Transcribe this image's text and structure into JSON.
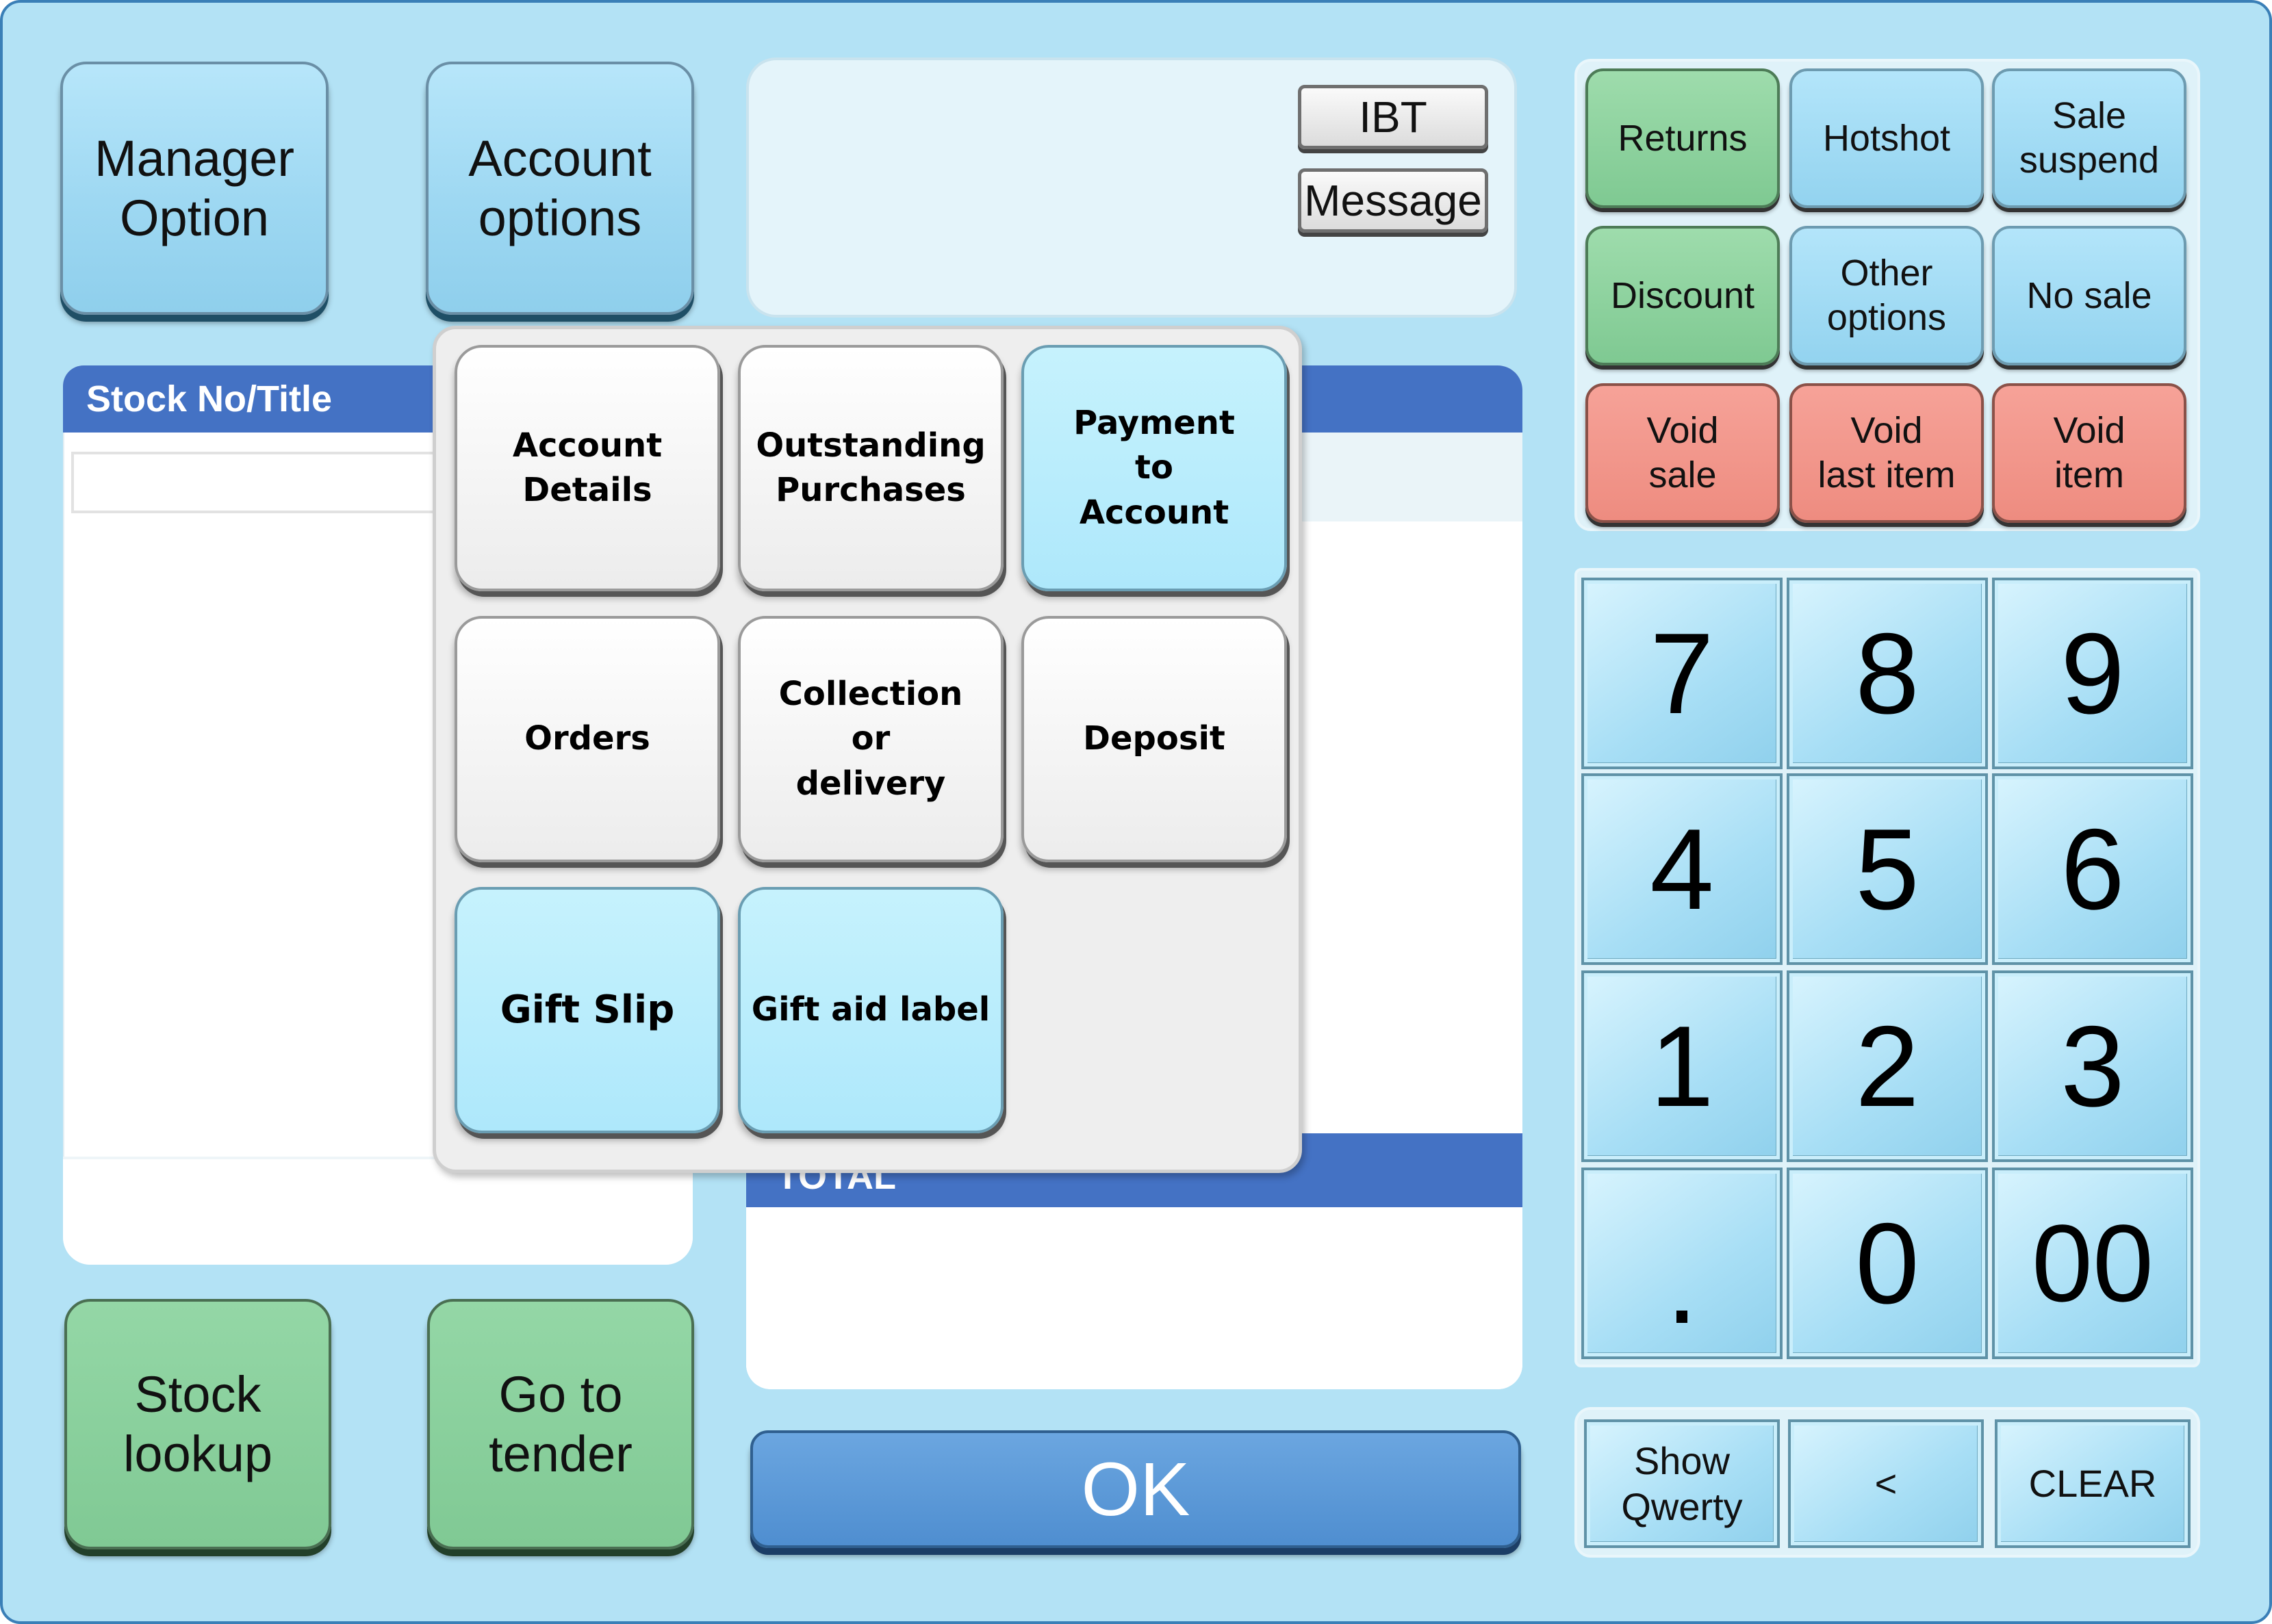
{
  "left": {
    "manager_option": "Manager\nOption",
    "account_options": "Account\noptions",
    "stock_no_title": "Stock No/Title",
    "stock_lookup": "Stock\nlookup",
    "go_to_tender": "Go to\ntender"
  },
  "message_panel": {
    "ibt": "IBT",
    "message": "Message"
  },
  "totals": {
    "total_label": "TOTAL"
  },
  "ok_label": "OK",
  "account_popup": {
    "items": [
      {
        "label": "Account\nDetails",
        "highlight": false
      },
      {
        "label": "Outstanding\nPurchases",
        "highlight": false
      },
      {
        "label": "Payment\nto\nAccount",
        "highlight": true
      },
      {
        "label": "Orders",
        "highlight": false
      },
      {
        "label": "Collection\nor\ndelivery",
        "highlight": false
      },
      {
        "label": "Deposit",
        "highlight": false
      },
      {
        "label": "Gift Slip",
        "highlight": true
      },
      {
        "label": "Gift aid label",
        "highlight": true
      }
    ]
  },
  "function_keys": [
    {
      "label": "Returns",
      "color": "#86cd99"
    },
    {
      "label": "Hotshot",
      "color": "#9ed8f2"
    },
    {
      "label": "Sale\nsuspend",
      "color": "#9ed8f2"
    },
    {
      "label": "Discount",
      "color": "#86cd99"
    },
    {
      "label": "Other\noptions",
      "color": "#9ed8f2"
    },
    {
      "label": "No sale",
      "color": "#9ed8f2"
    },
    {
      "label": "Void\nsale",
      "color": "#f29a8e"
    },
    {
      "label": "Void\nlast item",
      "color": "#f29a8e"
    },
    {
      "label": "Void\nitem",
      "color": "#f29a8e"
    }
  ],
  "keypad": [
    "7",
    "8",
    "9",
    "4",
    "5",
    "6",
    "1",
    "2",
    "3",
    ".",
    "0",
    "00"
  ],
  "bottom_keys": {
    "show_qwerty": "Show\nQwerty",
    "back": "<",
    "clear": "CLEAR"
  },
  "colors": {
    "background": "#b3e2f5",
    "header": "#4472c4",
    "ok_button": "#5b9bd5"
  }
}
